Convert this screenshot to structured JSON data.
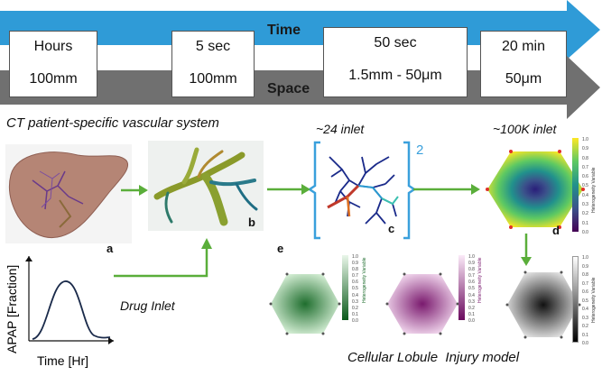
{
  "timeline": {
    "time_label": "Time",
    "space_label": "Space",
    "time_color": "#2f9bd7",
    "space_color": "#707070",
    "boxes": [
      {
        "time": "Hours",
        "space": "100mm"
      },
      {
        "time": "5 sec",
        "space": "100mm"
      },
      {
        "time": "50 sec",
        "space": "1.5mm - 50μm"
      },
      {
        "time": "20 min",
        "space": "50μm"
      }
    ]
  },
  "panels": {
    "ct_title": "CT patient-specific vascular system",
    "inlet24": "~24 inlet",
    "inlet100k": "~100K inlet",
    "bracket_exponent": "2",
    "drug_inlet": "Drug Inlet",
    "bottom_caption": "Cellular Lobule  Injury model",
    "letters": {
      "a": "a",
      "b": "b",
      "c": "c",
      "d": "d",
      "e": "e"
    }
  },
  "apap_plot": {
    "ylabel": "APAP [Fraction]",
    "xlabel": "Time [Hr]"
  },
  "colorbars": {
    "ticks": [
      "1.0",
      "0.9",
      "0.8",
      "0.7",
      "0.6",
      "0.5",
      "0.4",
      "0.3",
      "0.2",
      "0.1",
      "0.0"
    ],
    "title": "Heterogeneity Variable"
  },
  "colors": {
    "arrow_green": "#5aae3a",
    "bracket_blue": "#3aa0dc"
  }
}
